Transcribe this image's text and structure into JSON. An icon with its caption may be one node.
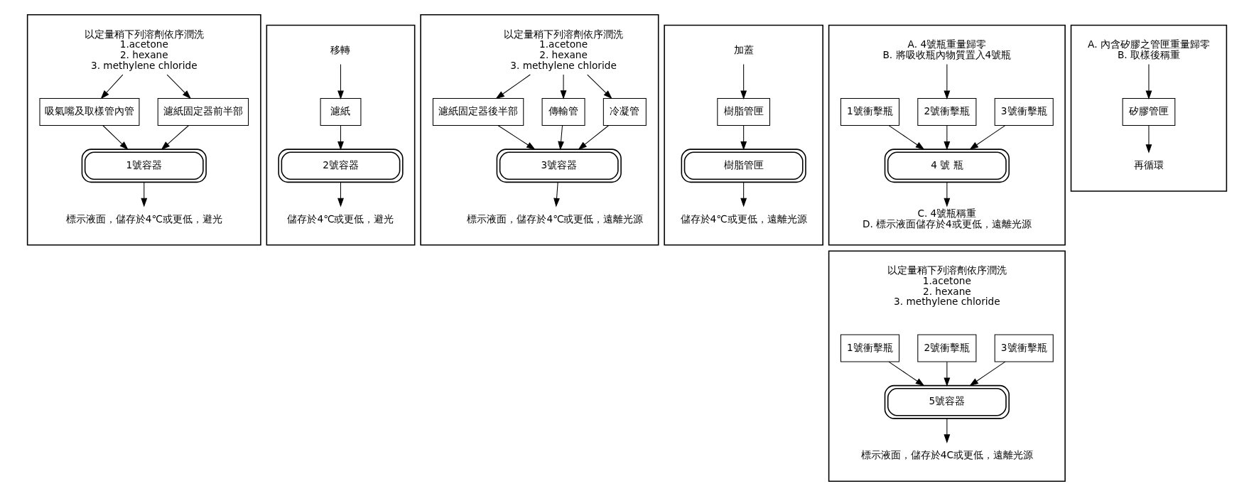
{
  "diagram": {
    "nodes": [
      {
        "text": [],
        "shape": "box"
      },
      {
        "text": [
          "以定量稍下列溶劑依序潤洗",
          "1.acetone",
          "2. hexane",
          "3. methylene chloride"
        ],
        "in": 0
      },
      {
        "text": [
          "吸氣嘴及取樣管內管"
        ],
        "in": 0
      },
      {
        "text": [
          "濾紙固定器前半部"
        ],
        "in": 0
      },
      {
        "text": [
          "1號容器"
        ],
        "in": 0
      },
      {
        "text": [
          "標示液面，儲存於4℃或更低，避光"
        ],
        "in": 0
      },
      {
        "text": [],
        "shape": "box"
      },
      {
        "text": [
          "移轉"
        ],
        "in": 6
      },
      {
        "text": [
          "濾紙"
        ],
        "in": 6
      },
      {
        "text": [
          "2號容器"
        ],
        "in": 6
      },
      {
        "text": [
          "儲存於4℃或更低，避光"
        ],
        "in": 6
      },
      {
        "text": [],
        "shape": "box"
      },
      {
        "text": [
          "以定量稍下列溶劑依序潤洗",
          "1.acetone",
          "2. hexane",
          "3. methylene chloride"
        ],
        "in": 11
      },
      {
        "text": [
          "濾紙固定器後半部"
        ],
        "in": 11
      },
      {
        "text": [
          "傳輸管"
        ],
        "in": 11
      },
      {
        "text": [
          "冷凝管"
        ],
        "in": 11
      },
      {
        "text": [
          "3號容器"
        ],
        "in": 11
      },
      {
        "text": [
          "標示液面，儲存於4℃或更低，遠離光源"
        ],
        "in": 11
      },
      {
        "text": [],
        "shape": "box"
      },
      {
        "text": [
          "加蓋"
        ],
        "in": 18
      },
      {
        "text": [
          "樹脂管匣"
        ],
        "in": 18
      },
      {
        "text": [
          "樹脂管匣"
        ],
        "in": 18
      },
      {
        "text": [
          "儲存於4℃或更低，遠離光源"
        ],
        "in": 18
      },
      {
        "text": [],
        "shape": "box"
      },
      {
        "text": [
          "A. 4號瓶重量歸零",
          "B. 將吸收瓶內物質置入4號瓶"
        ],
        "in": 23
      },
      {
        "text": [
          "1號衝擊瓶"
        ],
        "in": 23
      },
      {
        "text": [
          "2號衝擊瓶"
        ],
        "in": 23
      },
      {
        "text": [
          "3號衝擊瓶"
        ],
        "in": 23
      },
      {
        "text": [
          "4 號 瓶"
        ],
        "in": 23
      },
      {
        "text": [
          "C. 4號瓶稱重",
          "D. 標示液面儲存於4或更低，遠離光源"
        ],
        "in": 23
      },
      {
        "text": [],
        "shape": "box"
      },
      {
        "text": [
          "以定量稍下列溶劑依序潤洗",
          "1.acetone",
          "2. hexane",
          "3. methylene chloride"
        ],
        "in": 30
      },
      {
        "text": [
          "1號衝擊瓶"
        ],
        "in": 30
      },
      {
        "text": [
          "2號衝擊瓶"
        ],
        "in": 30
      },
      {
        "text": [
          "3號衝擊瓶"
        ],
        "in": 30
      },
      {
        "text": [
          "5號容器"
        ],
        "in": 30
      },
      {
        "text": [
          "標示液面，儲存於4C或更低，遠離光源"
        ],
        "in": 30
      },
      {
        "text": [],
        "shape": "box"
      },
      {
        "text": [
          "A. 內含矽膠之管匣重量歸零",
          "B. 取樣後稱重"
        ],
        "in": 37
      },
      {
        "text": [
          "矽膠管匣"
        ],
        "in": 37
      },
      {
        "text": [
          "再循環"
        ],
        "in": 37
      }
    ],
    "edges": [
      {
        "from": 1,
        "to": 2,
        "arrow": "to"
      },
      {
        "from": 1,
        "to": 3,
        "arrow": "to"
      },
      {
        "from": 2,
        "to": 4,
        "arrow": "to"
      },
      {
        "from": 3,
        "to": 4,
        "arrow": "to"
      },
      {
        "from": 4,
        "to": 5,
        "arrow": "to"
      },
      {
        "from": 7,
        "to": 8,
        "arrow": "to"
      },
      {
        "from": 8,
        "to": 9,
        "arrow": "to"
      },
      {
        "from": 9,
        "to": 10,
        "arrow": "to"
      },
      {
        "from": 12,
        "to": 13,
        "arrow": "to"
      },
      {
        "from": 12,
        "to": 14,
        "arrow": "to"
      },
      {
        "from": 12,
        "to": 15,
        "arrow": "to"
      },
      {
        "from": 13,
        "to": 16,
        "arrow": "to"
      },
      {
        "from": 14,
        "to": 16,
        "arrow": "to"
      },
      {
        "from": 15,
        "to": 16,
        "arrow": "to"
      },
      {
        "from": 16,
        "to": 17,
        "arrow": "to"
      },
      {
        "from": 19,
        "to": 20,
        "arrow": "to"
      },
      {
        "from": 20,
        "to": 21,
        "arrow": "to"
      },
      {
        "from": 21,
        "to": 22,
        "arrow": "to"
      },
      {
        "from": 24,
        "to": 26,
        "arrow": "to"
      },
      {
        "from": 25,
        "to": 28,
        "arrow": "to"
      },
      {
        "from": 26,
        "to": 28,
        "arrow": "to"
      },
      {
        "from": 27,
        "to": 28,
        "arrow": "to"
      },
      {
        "from": 28,
        "to": 29,
        "arrow": "to"
      },
      {
        "from": 32,
        "to": 35,
        "arrow": "to"
      },
      {
        "from": 33,
        "to": 35,
        "arrow": "to"
      },
      {
        "from": 34,
        "to": 35,
        "arrow": "to"
      },
      {
        "from": 35,
        "to": 36,
        "arrow": "to"
      },
      {
        "from": 38,
        "to": 39,
        "arrow": "to"
      },
      {
        "from": 39,
        "to": 40,
        "arrow": "to"
      }
    ]
  }
}
